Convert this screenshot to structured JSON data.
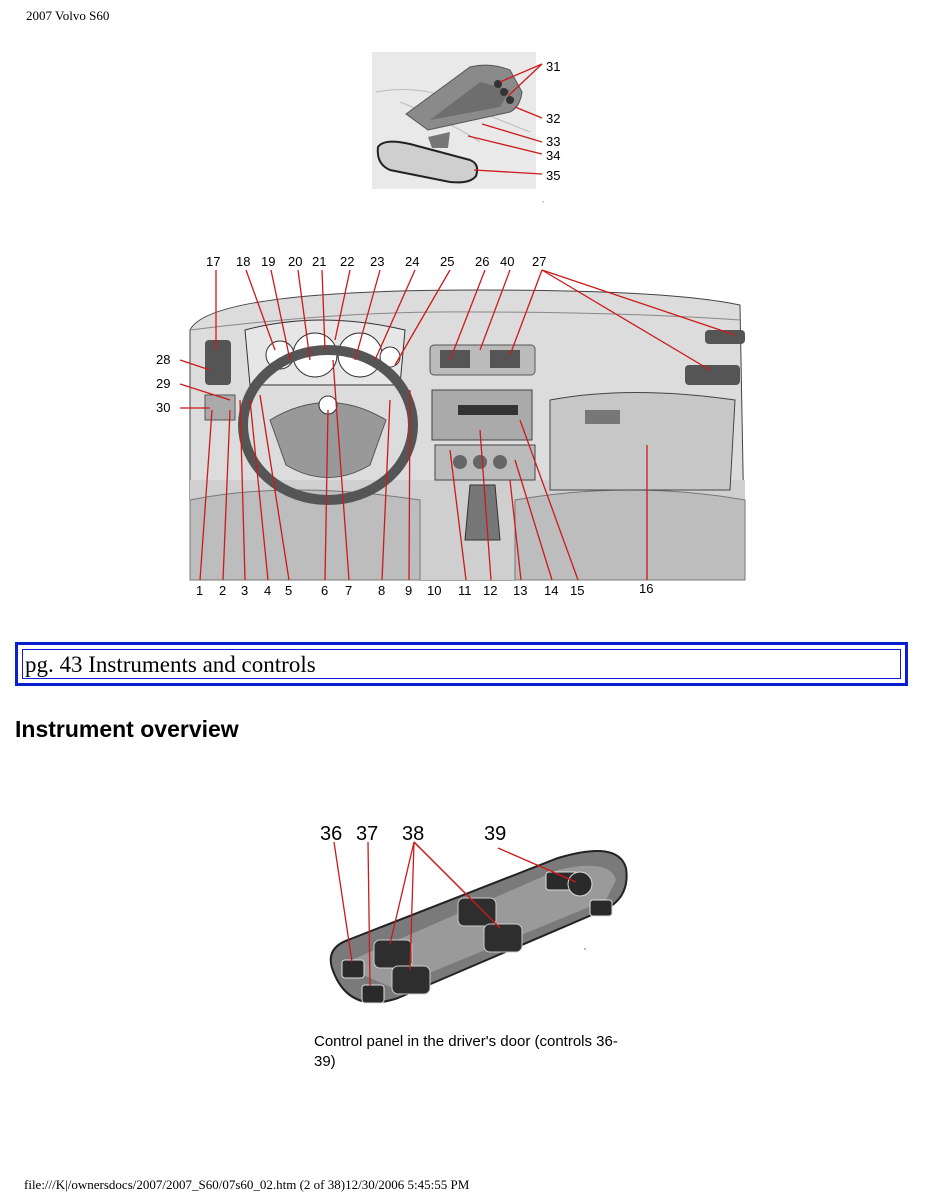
{
  "header": {
    "title": "2007 Volvo S60"
  },
  "figure_top": {
    "labels": [
      "31",
      "32",
      "33",
      "34",
      "35"
    ]
  },
  "figure_dash": {
    "top_labels": [
      "17",
      "18",
      "19",
      "20",
      "21",
      "22",
      "23",
      "24",
      "25",
      "26",
      "40",
      "27"
    ],
    "left_labels": [
      "28",
      "29",
      "30"
    ],
    "bottom_labels": [
      "1",
      "2",
      "3",
      "4",
      "5",
      "6",
      "7",
      "8",
      "9",
      "10",
      "11",
      "12",
      "13",
      "14",
      "15",
      "16"
    ]
  },
  "page_box": {
    "text": "pg. 43 Instruments and controls"
  },
  "section": {
    "heading": "Instrument overview"
  },
  "figure_door": {
    "labels": [
      "36",
      "37",
      "38",
      "39"
    ]
  },
  "caption": {
    "text": "Control panel in the driver's door (controls 36-39)"
  },
  "footer": {
    "path": "file:///K|/ownersdocs/2007/2007_S60/07s60_02.htm (2 of 38)12/30/2006 5:45:55 PM"
  }
}
